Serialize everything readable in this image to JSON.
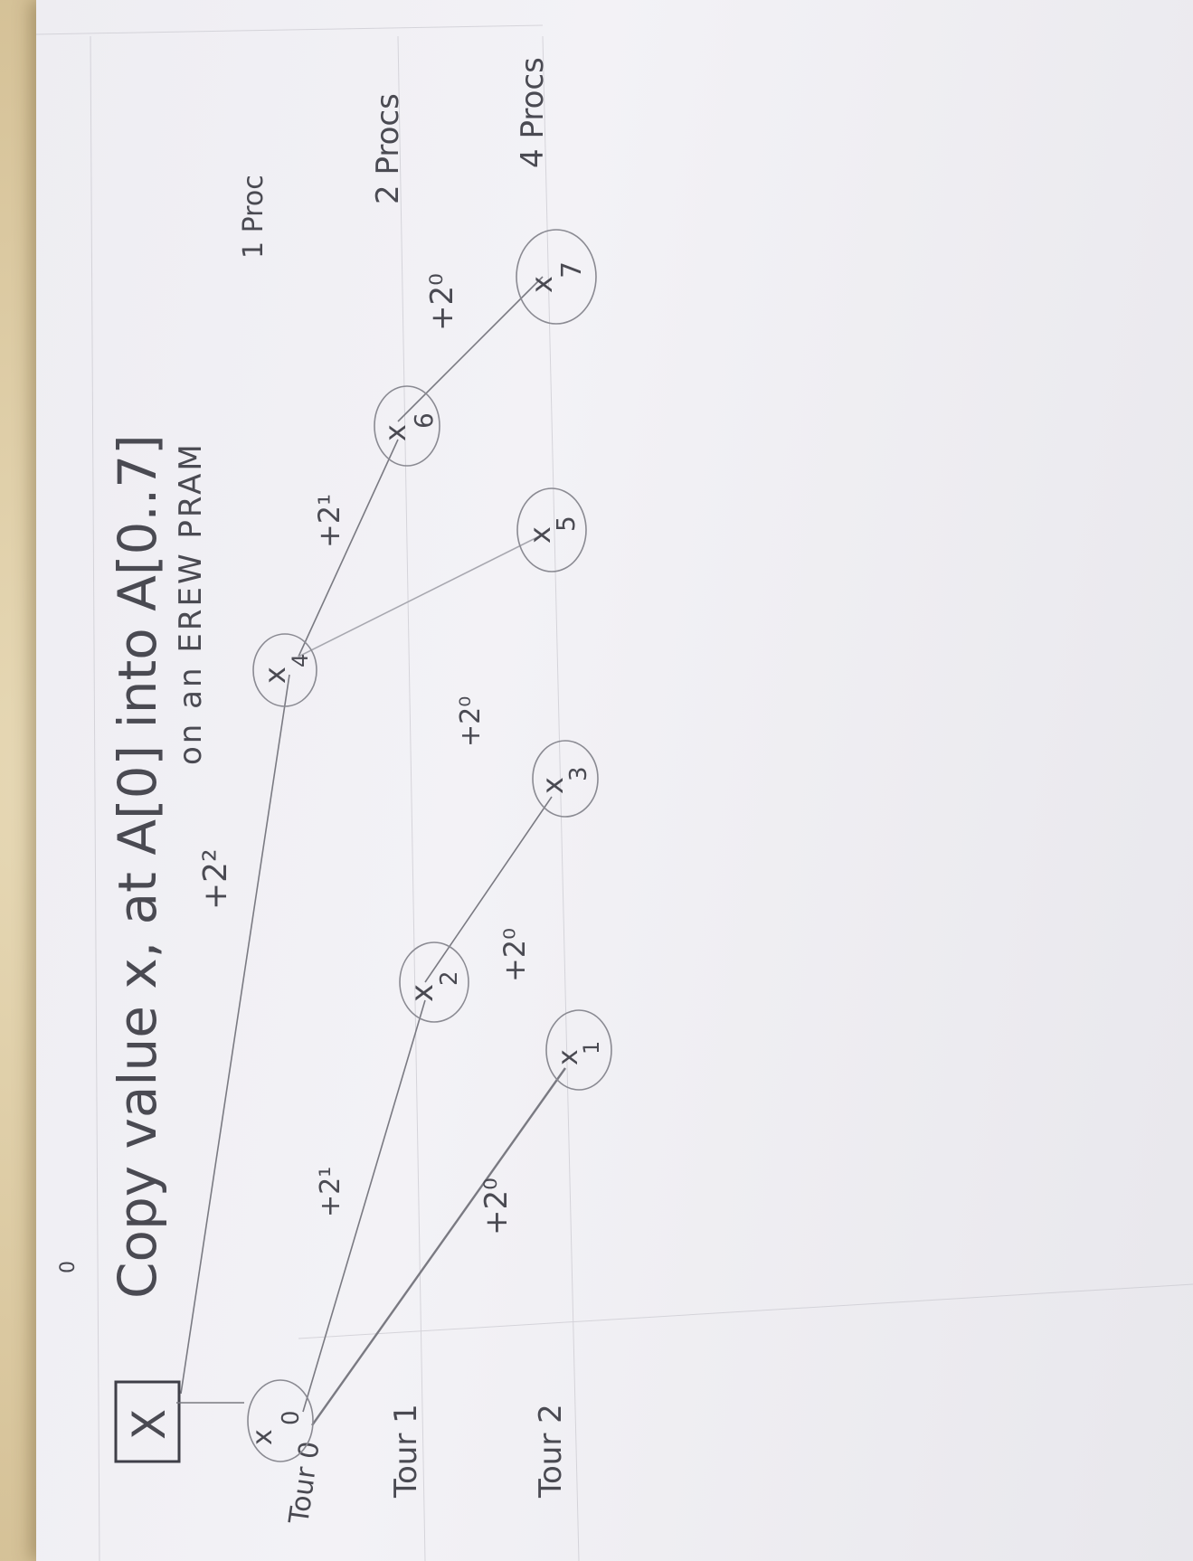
{
  "note": {
    "title_line1": "Copy value x, at A[0] into A[0..7]",
    "title_line2": "on an EREW PRAM",
    "corner_mark": "0",
    "box_label": "X",
    "rounds": [
      {
        "label": "Tour 0",
        "procs": "1 Proc"
      },
      {
        "label": "Tour 1",
        "procs": "2 Procs"
      },
      {
        "label": "Tour 2",
        "procs": "4 Procs"
      }
    ],
    "nodes": [
      {
        "value": "x",
        "index": "0"
      },
      {
        "value": "x",
        "index": "1"
      },
      {
        "value": "x",
        "index": "2"
      },
      {
        "value": "x",
        "index": "3"
      },
      {
        "value": "x",
        "index": "4"
      },
      {
        "value": "x",
        "index": "5"
      },
      {
        "value": "x",
        "index": "6"
      },
      {
        "value": "x",
        "index": "7"
      }
    ],
    "edges": [
      {
        "label": "+2²"
      },
      {
        "label": "+2¹"
      },
      {
        "label": "+2¹"
      },
      {
        "label": "+2⁰"
      },
      {
        "label": "+2⁰"
      },
      {
        "label": "+2⁰"
      },
      {
        "label": "+2⁰"
      }
    ],
    "colors": {
      "paper": "#f1f0f4",
      "pencil": "#4a4a52",
      "fabric": "#d8c59c"
    }
  }
}
